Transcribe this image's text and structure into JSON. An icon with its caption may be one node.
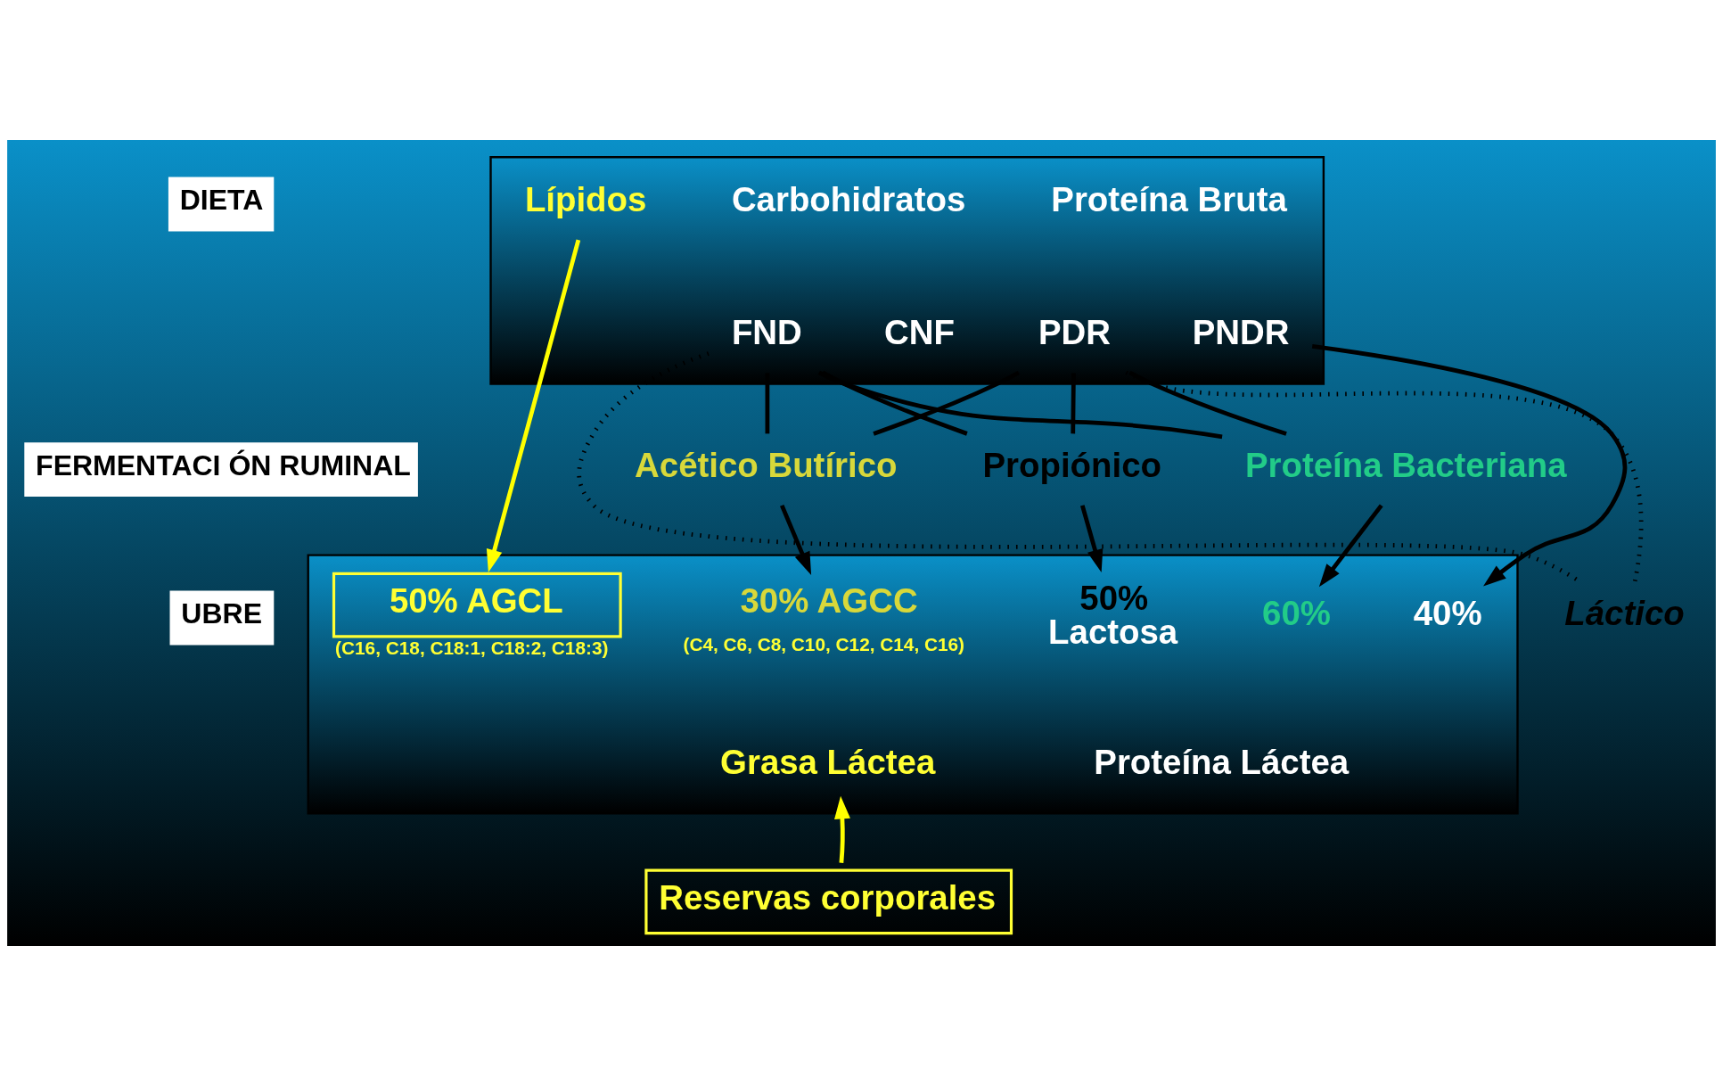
{
  "diagram": {
    "nodes": [
      {
        "text": [
          "DIETA"
        ]
      },
      {
        "text": [
          "FERMENTACI ÓN RUMINAL"
        ]
      },
      {
        "text": [
          "UBRE"
        ]
      },
      {
        "text": [],
        "shape": "box"
      },
      {
        "text": [
          "Lípidos"
        ],
        "in": 3
      },
      {
        "text": [
          "Carbohidratos"
        ],
        "in": 3
      },
      {
        "text": [
          "Proteína Bruta"
        ],
        "in": 3
      },
      {
        "text": [
          "FND"
        ],
        "in": 3
      },
      {
        "text": [
          "CNF"
        ],
        "in": 3
      },
      {
        "text": [
          "PDR"
        ],
        "in": 3
      },
      {
        "text": [
          "PNDR"
        ],
        "in": 3
      },
      {
        "text": [
          "Acético Butírico"
        ]
      },
      {
        "text": [
          "Propiónico"
        ]
      },
      {
        "text": [
          "Láctico"
        ]
      },
      {
        "text": [
          "Proteína Bacteriana"
        ]
      },
      {
        "text": [],
        "shape": "box"
      },
      {
        "text": [
          "50% AGCL"
        ],
        "in": 15,
        "beside": [
          "(C16, C18, C18:1, C18:2, C18:3)"
        ]
      },
      {
        "text": [
          "30% AGCC"
        ],
        "in": 15,
        "beside": [
          "(C4, C6, C8, C10, C12, C14, C16)"
        ]
      },
      {
        "text": [
          "50%",
          "Lactosa"
        ],
        "in": 15
      },
      {
        "text": [
          "60%"
        ],
        "in": 15
      },
      {
        "text": [
          "40%"
        ],
        "in": 15
      },
      {
        "text": [
          "Proteína Láctea"
        ],
        "in": 15
      },
      {
        "text": [
          "Grasa Láctea"
        ],
        "in": 15
      },
      {
        "text": [
          "Reservas corporales"
        ]
      }
    ],
    "edges": [
      {
        "from": 4,
        "to": 16,
        "arrow": "to",
        "color": "#ffff00"
      },
      {
        "from": 7,
        "to": 11,
        "arrow": "none"
      },
      {
        "from": 9,
        "to": 11,
        "arrow": "none"
      },
      {
        "from": 7,
        "to": 12,
        "arrow": "none"
      },
      {
        "from": 9,
        "to": 12,
        "arrow": "none"
      },
      {
        "from": 7,
        "to": 14,
        "arrow": "none"
      },
      {
        "from": 9,
        "to": 14,
        "arrow": "none"
      },
      {
        "from": 7,
        "to": 13,
        "arrow": "none",
        "style": "dashed"
      },
      {
        "from": 9,
        "to": 13,
        "arrow": "none",
        "style": "dashed"
      },
      {
        "from": 11,
        "to": 17,
        "arrow": "to"
      },
      {
        "from": 12,
        "to": 18,
        "arrow": "to"
      },
      {
        "from": 14,
        "to": 19,
        "arrow": "to"
      },
      {
        "from": 10,
        "to": 20,
        "arrow": "to"
      },
      {
        "from": 23,
        "to": 22,
        "arrow": "to",
        "color": "#ffff00"
      }
    ]
  }
}
